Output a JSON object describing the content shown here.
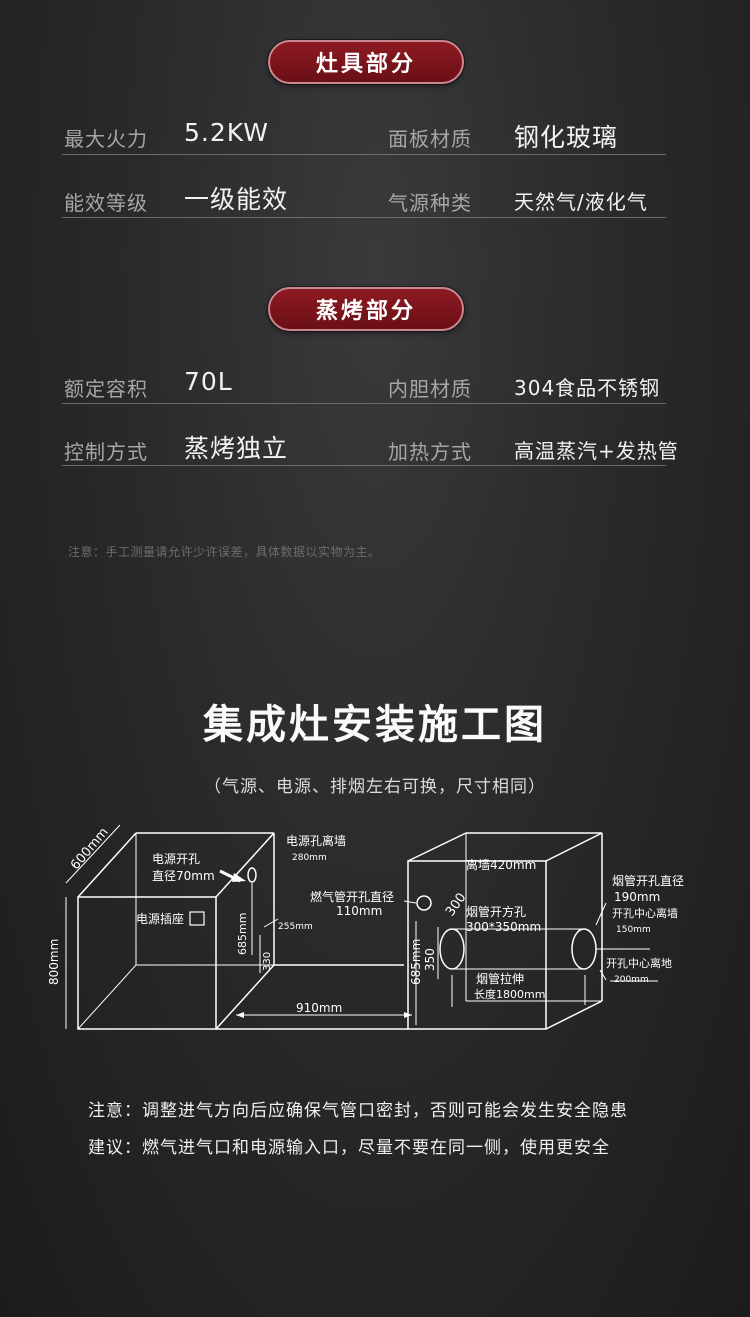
{
  "stove_section": {
    "title": "灶具部分",
    "rows": [
      {
        "label_left": "最大火力",
        "value_left": "5.2KW",
        "label_right": "面板材质",
        "value_right": "钢化玻璃"
      },
      {
        "label_left": "能效等级",
        "value_left": "一级能效",
        "label_right": "气源种类",
        "value_right": "天然气/液化气"
      }
    ]
  },
  "oven_section": {
    "title": "蒸烤部分",
    "rows": [
      {
        "label_left": "额定容积",
        "value_left": "70L",
        "label_right": "内胆材质",
        "value_right": "304食品不锈钢"
      },
      {
        "label_left": "控制方式",
        "value_left": "蒸烤独立",
        "label_right": "加热方式",
        "value_right": "高温蒸汽+发热管"
      }
    ]
  },
  "measure_note": "注意：手工测量请允许少许误差，具体数据以实物为主。",
  "install": {
    "title": "集成灶安装施工图",
    "subtitle": "（气源、电源、排烟左右可换，尺寸相同）",
    "diagram": {
      "depth": "600mm",
      "height": "800mm",
      "power_hole": "电源开孔",
      "power_hole_dia": "直径70mm",
      "power_socket": "电源插座",
      "power_hole_wall": "电源孔离墙",
      "power_hole_wall_val": "280mm",
      "h685_left": "685mm",
      "h330": "330",
      "h255": "255mm",
      "width910": "910mm",
      "gas_pipe_hole": "燃气管开孔直径",
      "gas_pipe_hole_val": "110mm",
      "wall420": "离墙420mm",
      "d300": "300",
      "flue_hole": "烟管开方孔",
      "flue_hole_size": "300*350mm",
      "h685_right": "685mm",
      "h350": "350",
      "flue_stretch": "烟管拉伸",
      "flue_stretch_len": "长度1800mm",
      "flue_hole_dia": "烟管开孔直径",
      "flue_hole_dia_val": "190mm",
      "hole_center_wall": "开孔中心离墙",
      "hole_center_wall_val": "150mm",
      "hole_center_floor": "开孔中心离地",
      "hole_center_floor_val": "200mm"
    },
    "note1": "注意：调整进气方向后应确保气管口密封，否则可能会发生安全隐患",
    "note2": "建议：燃气进气口和电源输入口，尽量不要在同一侧，使用更安全"
  }
}
